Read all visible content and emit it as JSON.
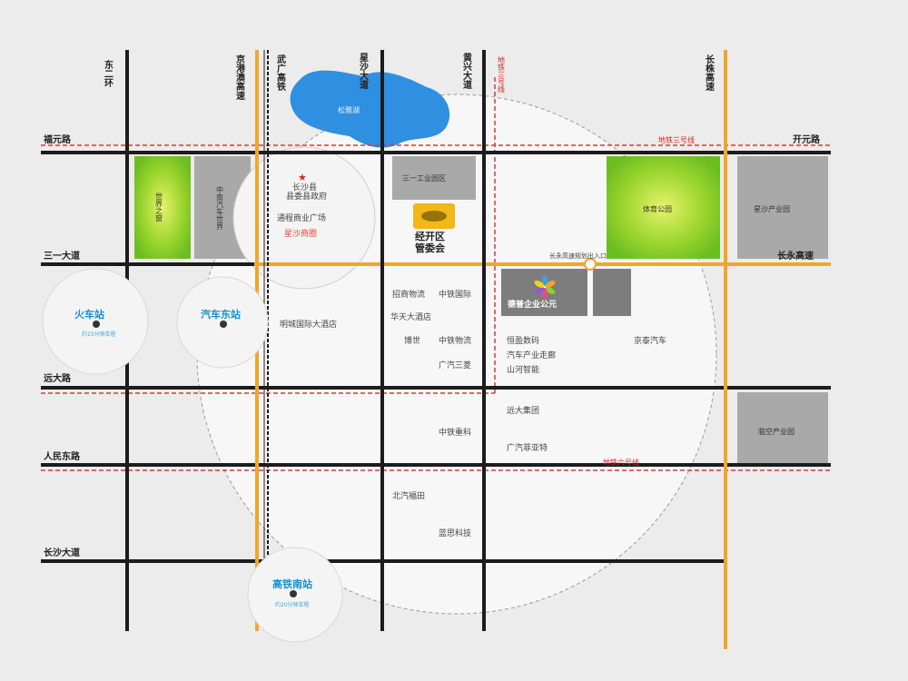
{
  "colors": {
    "background": "#ececec",
    "road": "#1c1c1c",
    "highway": "#f3a52b",
    "metro": "#d63a3a",
    "lake": "#2f8fe0",
    "park_green": "#8fd12b",
    "block_gray": "#a9a9a9",
    "building_dark": "#7d7d7d",
    "station_text": "#1a8fd0"
  },
  "roads": {
    "dongerhuan": "东二环",
    "jinggang_highway": "京港澳高速",
    "wuguang_rail": "武广高铁",
    "xingsha_ave": "星沙大道",
    "huangxing_ave": "黄兴大道",
    "changzhu_highway": "长株高速",
    "fuyuan_rd": "福元路",
    "kaiyuan_rd": "开元路",
    "sanyi_ave": "三一大道",
    "changyong_highway": "长永高速",
    "yuanda_rd": "远大路",
    "renmin_east_rd": "人民东路",
    "changsha_ave": "长沙大道"
  },
  "metro": {
    "line3_vertical": "地铁三号线",
    "line3_horizontal": "地铁三号线",
    "line6": "地铁六号线"
  },
  "landmarks": {
    "lake": "松雅湖",
    "world_window": "世界之窗",
    "china_auto_world": "中南汽车世界",
    "county_gov_line1": "长沙县",
    "county_gov_line2": "县委县政府",
    "tongcheng_plaza": "通程商业广场",
    "xingsha_business": "星沙商圈",
    "sany_park": "三一工业园区",
    "econ_zone_line1": "经开区",
    "econ_zone_line2": "管委会",
    "sports_park": "体育公园",
    "xingsha_industrial": "星沙产业园",
    "changyong_entrance": "长永高速规划出入口",
    "project": "德普企业公元",
    "linkong_park": "临空产业园",
    "mingcheng_hotel": "明城国际大酒店",
    "zhaoshang_logistics": "招商物流",
    "crec_intl": "中铁国际",
    "huatian_hotel": "华天大酒店",
    "boshi": "博世",
    "crec_logistics": "中铁物流",
    "gac_mitsubishi": "广汽三菱",
    "hengding": "恒盈数码",
    "auto_industry_corridor": "汽车产业走廊",
    "shanhe_intelligent": "山河智能",
    "jingtai_auto": "京泰汽车",
    "yuanda_group": "远大集团",
    "crec_heavy": "中铁重科",
    "gac_fiat": "广汽菲亚特",
    "beiqi_futian": "北汽福田",
    "lansi_tech": "蓝思科技"
  },
  "stations": {
    "train_station": "火车站",
    "train_station_sub": "约15分钟车程",
    "bus_east": "汽车东站",
    "hsr_south": "高铁南站",
    "hsr_south_sub": "约20分钟车程"
  }
}
